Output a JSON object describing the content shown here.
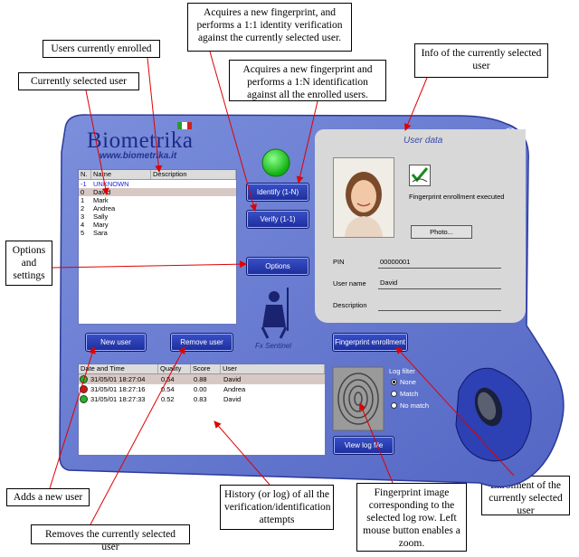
{
  "callouts": {
    "users_enrolled": "Users currently enrolled",
    "selected_user": "Currently selected user",
    "verify": "Acquires a new fingerprint, and performs a 1:1 identity verification against the currently selected user.",
    "identify": "Acquires a new fingerprint and performs a 1:N identification against all the enrolled users.",
    "info_user": "Info of the currently selected user",
    "options": "Options and settings",
    "add_user": "Adds a new user",
    "remove_user": "Removes the currently selected user",
    "history": "History (or log) of all the verification/identification attempts",
    "fp_image": "Fingerprint image corresponding to the selected log row. Left mouse button enables a zoom.",
    "enrolment": "Enrolment of the currently selected user"
  },
  "app": {
    "logo": "Biometrika",
    "logo_url": "www.biometrika.it",
    "colors": {
      "window": "#6a7ed0",
      "accent": "#1d2e9c",
      "status_led": "#1fd11f"
    },
    "user_list": {
      "columns": [
        "N.",
        "Name",
        "Description"
      ],
      "rows": [
        {
          "n": "-1",
          "name": "UNKNOWN",
          "desc": ""
        },
        {
          "n": "0",
          "name": "David",
          "desc": ""
        },
        {
          "n": "1",
          "name": "Mark",
          "desc": ""
        },
        {
          "n": "2",
          "name": "Andrea",
          "desc": ""
        },
        {
          "n": "3",
          "name": "Sally",
          "desc": ""
        },
        {
          "n": "4",
          "name": "Mary",
          "desc": ""
        },
        {
          "n": "5",
          "name": "Sara",
          "desc": ""
        }
      ]
    },
    "buttons": {
      "identify": "Identify (1-N)",
      "verify": "Verify (1-1)",
      "options": "Options",
      "new_user": "New user",
      "remove_user": "Remove user",
      "fingerprint_enrollment": "Fingerprint enrollment",
      "photo": "Photo...",
      "view_log": "View log file"
    },
    "sentinel_label": "Fx Sentinel",
    "user_data": {
      "title": "User data",
      "enroll_status": "Fingerprint enrollment executed",
      "pin_label": "PIN",
      "pin_value": "00000001",
      "username_label": "User name",
      "username_value": "David",
      "description_label": "Description",
      "description_value": ""
    },
    "log": {
      "columns": [
        "Date and Time",
        "Quality",
        "Score",
        "User"
      ],
      "rows": [
        {
          "datetime": "31/05/01 18:27:04",
          "quality": "0.54",
          "score": "0.88",
          "user": "David",
          "status": "ok"
        },
        {
          "datetime": "31/05/01 18:27:16",
          "quality": "0.54",
          "score": "0.00",
          "user": "Andrea",
          "status": "fail"
        },
        {
          "datetime": "31/05/01 18:27:33",
          "quality": "0.52",
          "score": "0.83",
          "user": "David",
          "status": "ok"
        }
      ]
    },
    "log_filter": {
      "title": "Log filter",
      "options": [
        "None",
        "Match",
        "No match"
      ],
      "selected": "None"
    }
  }
}
